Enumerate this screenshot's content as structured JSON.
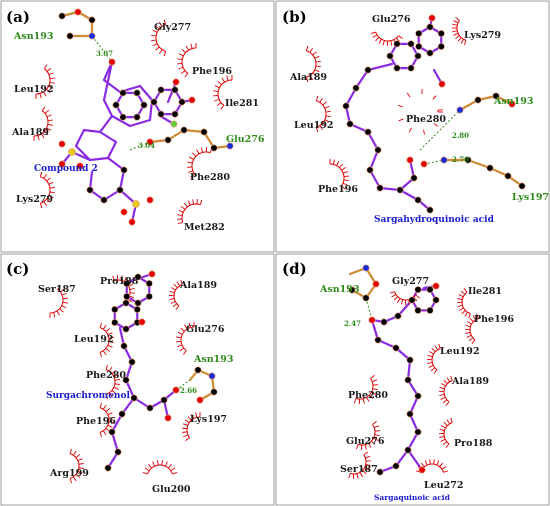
{
  "panels": [
    {
      "label": "(a)",
      "compound": "Compound 2",
      "hbond_residues": [
        "Asn193",
        "Glu276"
      ],
      "hydrophobic_residues": [
        "Gly277",
        "Phe196",
        "Ile281",
        "Leu192",
        "Ala189",
        "Phe280",
        "Lys279",
        "Met282"
      ],
      "distances": [
        "3.07",
        "3.04"
      ]
    },
    {
      "label": "(b)",
      "compound": "Sargahydroquinoic acid",
      "hbond_residues": [
        "Asn193",
        "Lys197"
      ],
      "hydrophobic_residues": [
        "Glu276",
        "Lys279",
        "Ala189",
        "Leu192",
        "Phe280",
        "Phe196"
      ],
      "distances": [
        "2.80",
        "2.70"
      ]
    },
    {
      "label": "(c)",
      "compound": "Surgachromenol",
      "hbond_residues": [
        "Asn193"
      ],
      "hydrophobic_residues": [
        "Ser187",
        "Pro188",
        "Ala189",
        "Leu192",
        "Glu276",
        "Phe280",
        "Phe196",
        "Lys197",
        "Arg199",
        "Glu200"
      ],
      "distances": [
        "2.66"
      ]
    },
    {
      "label": "(d)",
      "compound": "Sargaquinoic acid",
      "hbond_residues": [
        "Asn193"
      ],
      "hydrophobic_residues": [
        "Gly277",
        "Ile281",
        "Phe196",
        "Leu192",
        "Ala189",
        "Phe280",
        "Glu276",
        "Pro188",
        "Ser187",
        "Leu272"
      ],
      "distances": [
        "2.47"
      ]
    }
  ],
  "colors": {
    "bond": "#8a2be2",
    "carbon": "#000000",
    "oxygen": "#e60000",
    "nitrogen": "#1c2bd9",
    "sulfur": "#e6c619",
    "bromine": "#66cc33",
    "ligand_bond_residue": "#cc8a33",
    "hbond": "#2e8b1a",
    "contact_arc": "#e00000",
    "panel_border": "#888888"
  }
}
